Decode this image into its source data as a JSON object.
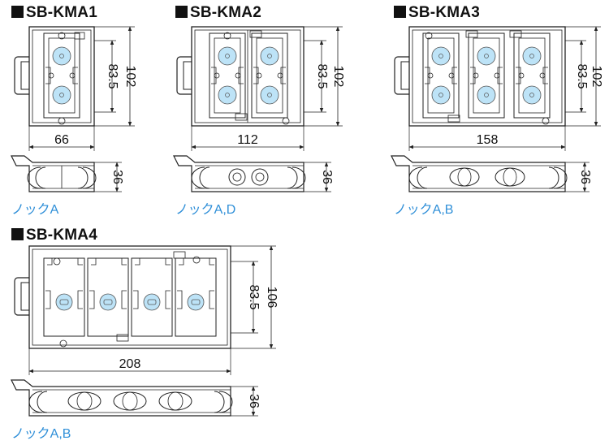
{
  "items": [
    {
      "title": "SB-KMA1",
      "knock": "ノックA",
      "width": "66",
      "height_inner": "83.5",
      "height_outer": "102",
      "depth": "36"
    },
    {
      "title": "SB-KMA2",
      "knock": "ノックA,D",
      "width": "112",
      "height_inner": "83.5",
      "height_outer": "102",
      "depth": "36"
    },
    {
      "title": "SB-KMA3",
      "knock": "ノックA,B",
      "width": "158",
      "height_inner": "83.5",
      "height_outer": "102",
      "depth": "36"
    },
    {
      "title": "SB-KMA4",
      "knock": "ノックA,B",
      "width": "208",
      "height_inner": "83.5",
      "height_outer": "106",
      "depth": "36"
    }
  ],
  "colors": {
    "line": "#222222",
    "knock_text": "#2f8fd8",
    "hole_fill": "#bde3f7"
  }
}
